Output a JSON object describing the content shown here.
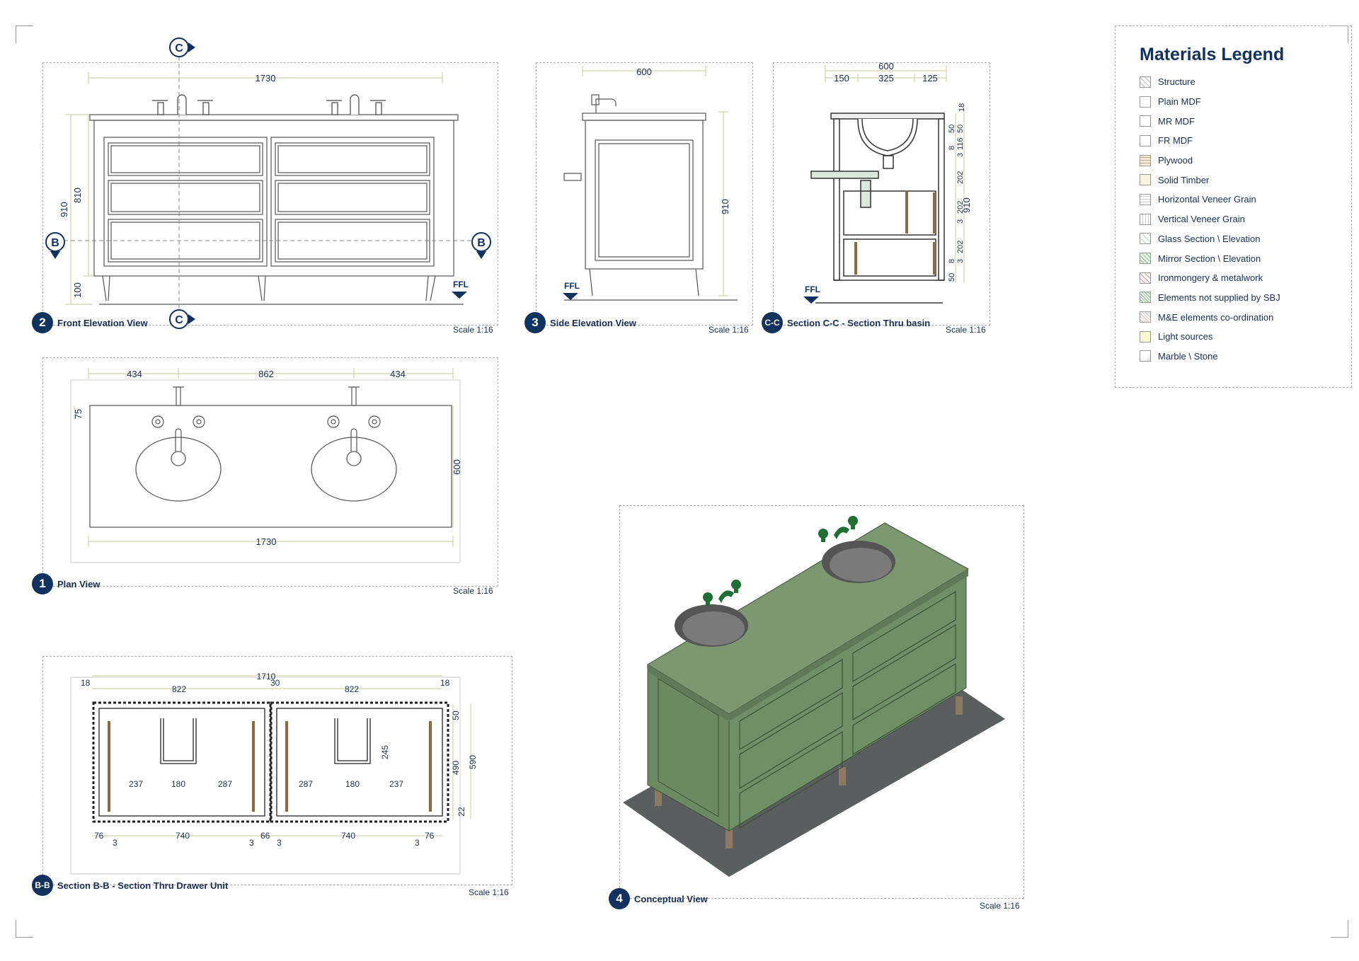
{
  "views": {
    "front": {
      "number": "2",
      "title": "Front Elevation View",
      "scale": "Scale 1:16"
    },
    "side": {
      "number": "3",
      "title": "Side Elevation View",
      "scale": "Scale 1:16"
    },
    "section_cc": {
      "number": "C-C",
      "title": "Section C-C - Section Thru basin",
      "scale": "Scale 1:16"
    },
    "plan": {
      "number": "1",
      "title": "Plan View",
      "scale": "Scale 1:16"
    },
    "section_bb": {
      "number": "B-B",
      "title": "Section B-B - Section Thru Drawer Unit",
      "scale": "Scale 1:16"
    },
    "conceptual": {
      "number": "4",
      "title": "Conceptual View",
      "scale": "Scale 1:16"
    }
  },
  "markers": {
    "c": "C",
    "b": "B",
    "ffl": "FFL"
  },
  "dims": {
    "front": {
      "width": "1730",
      "height_total": "910",
      "height_body": "810",
      "leg": "100"
    },
    "side": {
      "depth": "600",
      "height": "910"
    },
    "section_cc": {
      "depth": "600",
      "a": "150",
      "b": "325",
      "c": "125",
      "h": "910",
      "v": [
        "18",
        "50",
        "50",
        "116",
        "8",
        "3",
        "202",
        "202",
        "3",
        "202",
        "3",
        "8",
        "50"
      ]
    },
    "plan": {
      "left": "434",
      "mid": "862",
      "right": "434",
      "back": "75",
      "depth": "600",
      "width": "1730"
    },
    "section_bb": {
      "total": "1710",
      "e1": "18",
      "w1": "822",
      "m": "30",
      "w2": "822",
      "e2": "18",
      "i1": "237",
      "i2": "180",
      "i3": "287",
      "i4": "287",
      "i5": "180",
      "i6": "237",
      "b1": "76",
      "b2": "3",
      "b3": "740",
      "b4": "3",
      "b5": "66",
      "b6": "3",
      "b7": "740",
      "b8": "3",
      "b9": "76",
      "r1": "50",
      "r2": "245",
      "r3": "490",
      "r4": "590",
      "r5": "22"
    }
  },
  "legend": {
    "title": "Materials Legend",
    "items": [
      "Structure",
      "Plain MDF",
      "MR MDF",
      "FR MDF",
      "Plywood",
      "Solid Timber",
      "Horizontal Veneer Grain",
      "Vertical Veneer Grain",
      "Glass Section \\ Elevation",
      "Mirror Section \\ Elevation",
      "Ironmongery & metalwork",
      "Elements not supplied by SBJ",
      "M&E elements co-ordination",
      "Light sources",
      "Marble \\ Stone"
    ]
  }
}
